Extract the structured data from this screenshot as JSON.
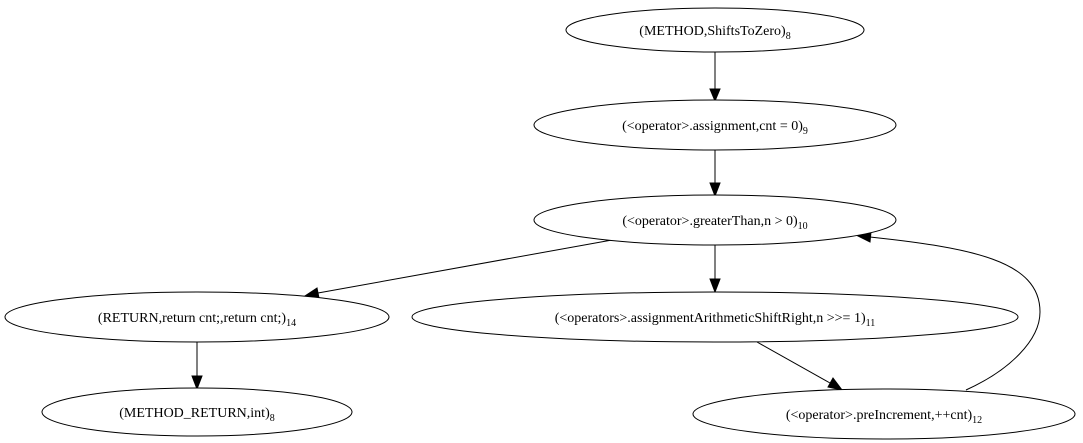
{
  "nodes": {
    "method": {
      "label": "(METHOD,ShiftsToZero)",
      "sub": "8"
    },
    "assign": {
      "label": "(<operator>.assignment,cnt = 0)",
      "sub": "9"
    },
    "greater": {
      "label": "(<operator>.greaterThan,n > 0)",
      "sub": "10"
    },
    "ret": {
      "label": "(RETURN,return cnt;,return cnt;)",
      "sub": "14"
    },
    "shift": {
      "label": "(<operators>.assignmentArithmeticShiftRight,n >>= 1)",
      "sub": "11"
    },
    "methodReturn": {
      "label": "(METHOD_RETURN,int)",
      "sub": "8"
    },
    "preinc": {
      "label": "(<operator>.preIncrement,++cnt)",
      "sub": "12"
    }
  },
  "edges": [
    {
      "from": "method",
      "to": "assign"
    },
    {
      "from": "assign",
      "to": "greater"
    },
    {
      "from": "greater",
      "to": "ret"
    },
    {
      "from": "greater",
      "to": "shift"
    },
    {
      "from": "ret",
      "to": "methodReturn"
    },
    {
      "from": "shift",
      "to": "preinc"
    },
    {
      "from": "preinc",
      "to": "greater"
    }
  ]
}
